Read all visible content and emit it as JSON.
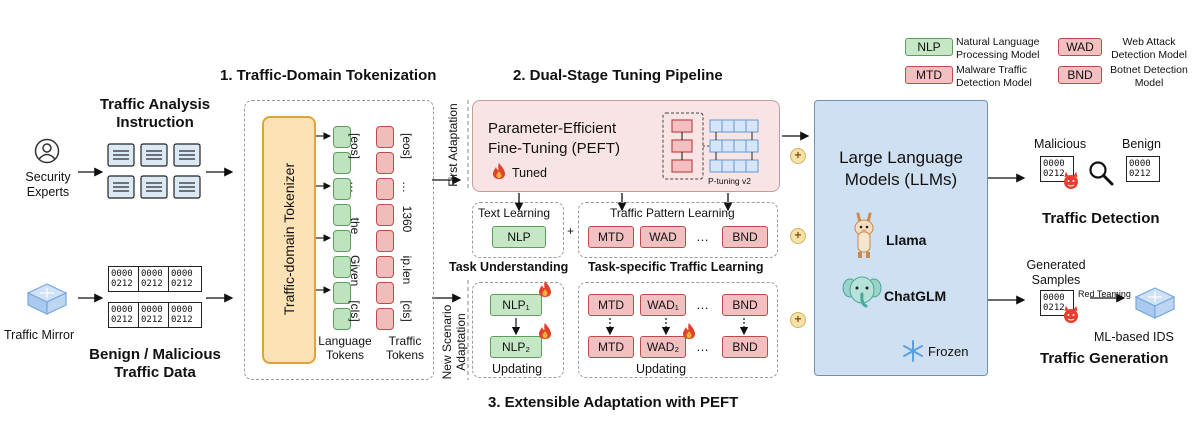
{
  "legend": [
    {
      "abbr": "NLP",
      "desc": "Natural Language Processing Model",
      "kind": "green"
    },
    {
      "abbr": "MTD",
      "desc": "Malware Traffic Detection Model",
      "kind": "red"
    },
    {
      "abbr": "WAD",
      "desc": "Web Attack Detection Model",
      "kind": "red"
    },
    {
      "abbr": "BND",
      "desc": "Botnet Detection Model",
      "kind": "red"
    }
  ],
  "inputs": {
    "instruction_title": "Traffic Analysis Instruction",
    "experts_label": "Security Experts",
    "mirror_label": "Traffic Mirror",
    "data_title": "Benign / Malicious Traffic Data",
    "doc_line1": "0000",
    "doc_line2": "0212"
  },
  "tokenization": {
    "title": "1. Traffic-Domain Tokenization",
    "tokenizer_label": "Traffic-domain Tokenizer",
    "language_tokens": [
      "[cls]",
      "Given",
      "the",
      "…",
      "[eos]"
    ],
    "traffic_tokens": [
      "[cls]",
      "ip.len",
      "1360",
      "…",
      "[eos]"
    ],
    "language_caption": "Language Tokens",
    "traffic_caption": "Traffic Tokens"
  },
  "tuning": {
    "title": "2. Dual-Stage Tuning Pipeline",
    "first_adaptation": "First Adaptation",
    "peft_line1": "Parameter-Efficient",
    "peft_line2": "Fine-Tuning (PEFT)",
    "tuned_label": "Tuned",
    "ptuning_label": "P-tuning v2",
    "text_learning": "Text Learning",
    "text_box": "NLP",
    "pattern_learning": "Traffic Pattern Learning",
    "pattern_boxes": [
      "MTD",
      "WAD",
      "…",
      "BND"
    ],
    "task_understanding": "Task Understanding",
    "task_specific": "Task-specific Traffic Learning"
  },
  "adaptation": {
    "title": "3. Extensible Adaptation with PEFT",
    "new_scenario": "New Scenario Adaptation",
    "nlp_top": "NLP₁",
    "nlp_bottom": "NLP₂",
    "top_row": [
      "MTD",
      "WAD₁",
      "…",
      "BND"
    ],
    "bottom_row": [
      "MTD",
      "WAD₂",
      "…",
      "BND"
    ],
    "updating_left": "Updating",
    "updating_right": "Updating"
  },
  "llm": {
    "title_line1": "Large Language",
    "title_line2": "Models (LLMs)",
    "model1": "Llama",
    "model2": "ChatGLM",
    "frozen": "Frozen"
  },
  "outputs": {
    "malicious": "Malicious",
    "benign": "Benign",
    "detection_title": "Traffic Detection",
    "generated_line1": "Generated",
    "generated_line2": "Samples",
    "red_teaming": "Red Teaming",
    "ml_ids": "ML-based IDS",
    "generation_title": "Traffic Generation"
  },
  "colors": {
    "green_fill": "#c6e7c6",
    "green_border": "#5c9e5c",
    "red_fill": "#f2c0c0",
    "red_border": "#bf4a4a",
    "peft_fill": "#f8e4e4",
    "llm_fill": "#cfe0f2",
    "tokenizer_fill": "#fde2b6"
  }
}
